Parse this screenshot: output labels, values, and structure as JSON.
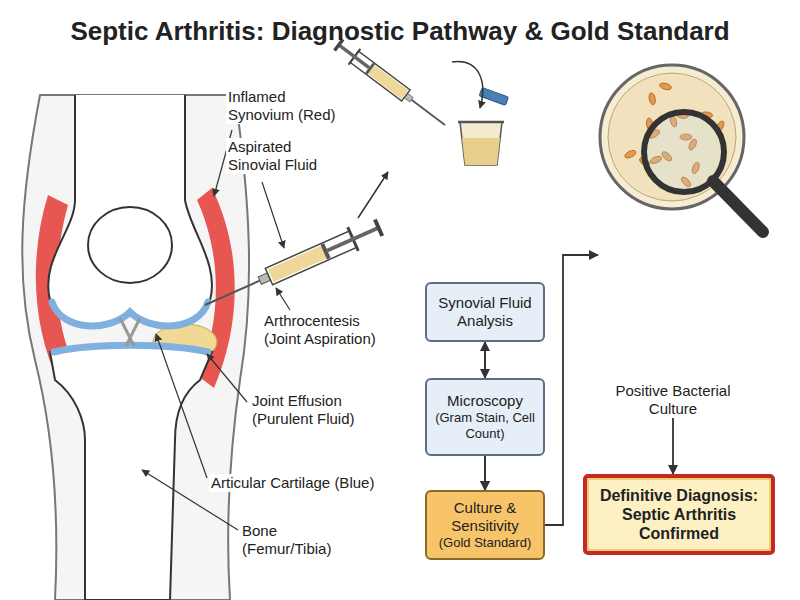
{
  "diagram": {
    "title": "Septic Arthritis: Diagnostic Pathway & Gold Standard",
    "nodes": [
      {
        "text": [
          "Synovial Fluid Analysis"
        ]
      },
      {
        "text": [
          "Microscopy",
          "(Gram Stain, Cell Count)"
        ]
      },
      {
        "text": [
          "Culture & Sensitivity",
          "(Gold Standard)"
        ]
      },
      {
        "text": [
          "Positive Bacterial Culture"
        ]
      },
      {
        "text": [
          "Definitive Diagnosis: Septic Arthritis Confirmed"
        ]
      }
    ],
    "edges": [
      {
        "from": 0,
        "to": 1,
        "arrow": "to"
      },
      {
        "from": 1,
        "to": 2,
        "arrow": "to"
      },
      {
        "from": 0,
        "to": 2,
        "arrow": "both"
      },
      {
        "from": 2,
        "to": 3,
        "arrow": "to"
      },
      {
        "from": 3,
        "to": 4,
        "arrow": "to"
      }
    ],
    "labels": [
      "Inflamed Synovium (Red)",
      "Aspirated Sinovial Fluid",
      "Arthrocentesis (Joint Aspiration)",
      "Joint Effusion (Purulent Fluid)",
      "Articular Cartilage (Blue)",
      "Bone (Femur/Tibia)"
    ]
  }
}
